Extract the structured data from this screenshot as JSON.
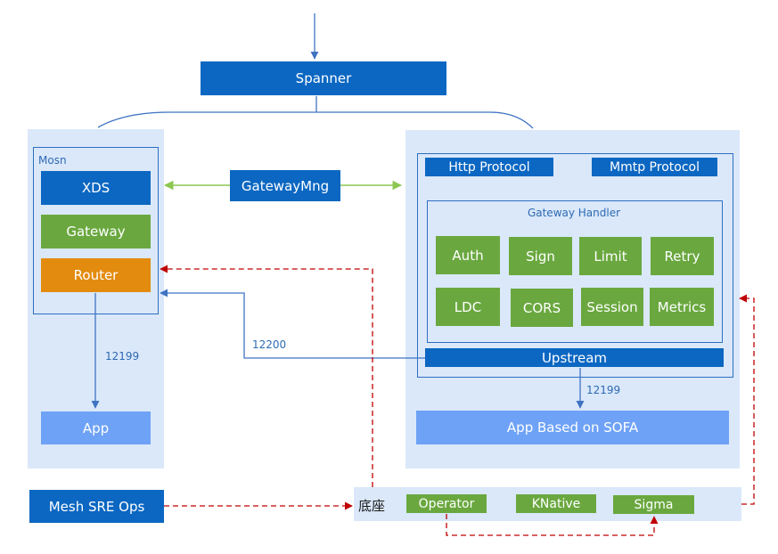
{
  "spanner": "Spanner",
  "left": {
    "title": "Mosn",
    "xds": "XDS",
    "gateway": "Gateway",
    "router": "Router",
    "app": "App",
    "port_label": "12199"
  },
  "middle": {
    "gateway_mng": "GatewayMng",
    "port_label": "12200"
  },
  "right": {
    "http_protocol": "Http Protocol",
    "mmtp_protocol": "Mmtp Protocol",
    "handler_title": "Gateway Handler",
    "handlers": [
      "Auth",
      "Sign",
      "Limit",
      "Retry",
      "LDC",
      "CORS",
      "Session",
      "Metrics"
    ],
    "upstream": "Upstream",
    "port_label": "12199",
    "app": "App Based on SOFA"
  },
  "bottom": {
    "mesh_sre_ops": "Mesh SRE Ops",
    "base_label": "底座",
    "operator": "Operator",
    "knative": "KNative",
    "sigma": "Sigma"
  },
  "colors": {
    "panel": "#dae8fa",
    "dark_blue": "#0b67c2",
    "green": "#6aa83f",
    "orange": "#e38b0f",
    "light_blue": "#6ea2f6",
    "red_dashed": "#c00000",
    "green_arrow": "#8cc751"
  }
}
